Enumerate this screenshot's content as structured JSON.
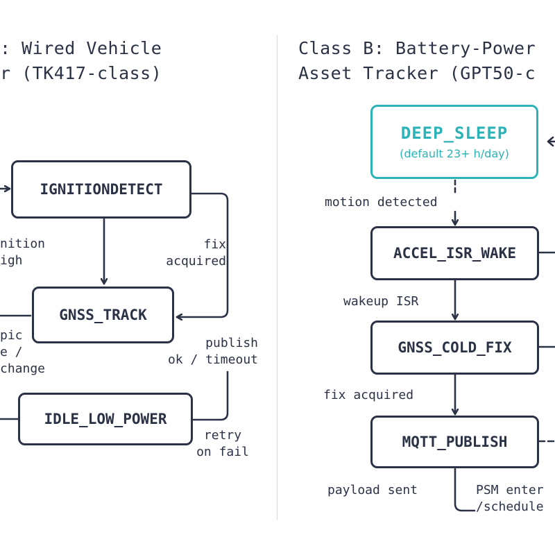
{
  "left": {
    "title_line1": ": Wired Vehicle",
    "title_line2": "r (TK417-class)",
    "nodes": {
      "ignition": "IGNITIONDETECT",
      "gnss_track": "GNSS_TRACK",
      "idle": "IDLE_LOW_POWER"
    },
    "labels": {
      "ignition_high": "nition\nigh",
      "fix_acquired": "fix\nacquired",
      "periodic_change": "pic\ne /\nchange",
      "publish_timeout": "publish\nok / timeout",
      "retry_on_fail": "retry\non fail"
    }
  },
  "right": {
    "title_line1": "Class B: Battery-Power",
    "title_line2": "Asset Tracker (GPT50-c",
    "nodes": {
      "deep_sleep": "DEEP_SLEEP",
      "deep_sleep_sub": "(default 23+ h/day)",
      "accel": "ACCEL_ISR_WAKE",
      "gnss_cold": "GNSS_COLD_FIX",
      "mqtt": "MQTT_PUBLISH"
    },
    "labels": {
      "motion": "motion detected",
      "wakeup": "wakeup ISR",
      "fix": "fix acquired",
      "payload": "payload sent",
      "psm": "PSM enter\n/schedule"
    }
  },
  "colors": {
    "ink": "#2b3245",
    "accent": "#2bb3b8",
    "divider": "#d5d8de"
  }
}
